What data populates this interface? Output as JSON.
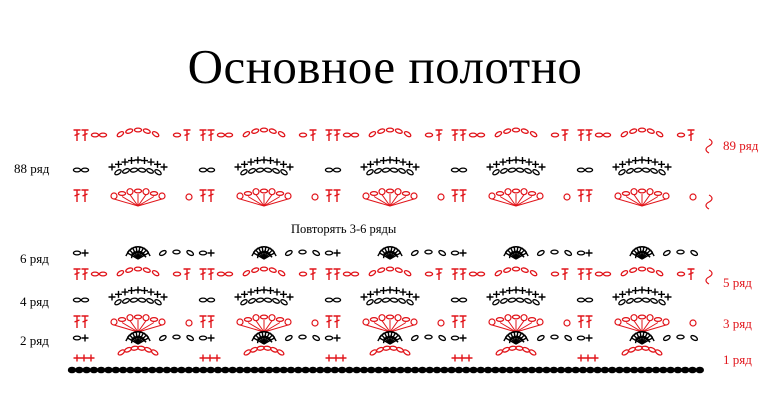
{
  "title": "Основное полотно",
  "repeat_note": "Повторять 3-6 ряды",
  "colors": {
    "black": "#000000",
    "red": "#e1141a"
  },
  "row_labels_left": [
    "88 ряд",
    "6 ряд",
    "4 ряд",
    "2 ряд"
  ],
  "row_labels_right": [
    "89 ряд",
    "5 ряд",
    "3 ряд",
    "1 ряд"
  ],
  "chart_data": {
    "type": "crochet_chart",
    "foundation": "chain",
    "repeats_per_row": 5,
    "rows": [
      {
        "label": "89 ряд",
        "color": "red",
        "style": "chain_arches_with_tall_stitches"
      },
      {
        "label": "88 ряд",
        "color": "black",
        "style": "arches_with_ruffles"
      },
      {
        "label": "",
        "color": "red",
        "style": "fans_with_picots"
      },
      {
        "label": "6 ряд",
        "color": "black",
        "style": "fans_of_tall_stitches"
      },
      {
        "label": "5 ряд",
        "color": "red",
        "style": "chain_arches_with_tall_stitches"
      },
      {
        "label": "4 ряд",
        "color": "black",
        "style": "arches_with_ruffles"
      },
      {
        "label": "3 ряд",
        "color": "red",
        "style": "fans_with_picots"
      },
      {
        "label": "2 ряд",
        "color": "black",
        "style": "fans_of_tall_stitches"
      },
      {
        "label": "1 ряд",
        "color": "red",
        "style": "single_crochet_with_arches"
      }
    ]
  }
}
